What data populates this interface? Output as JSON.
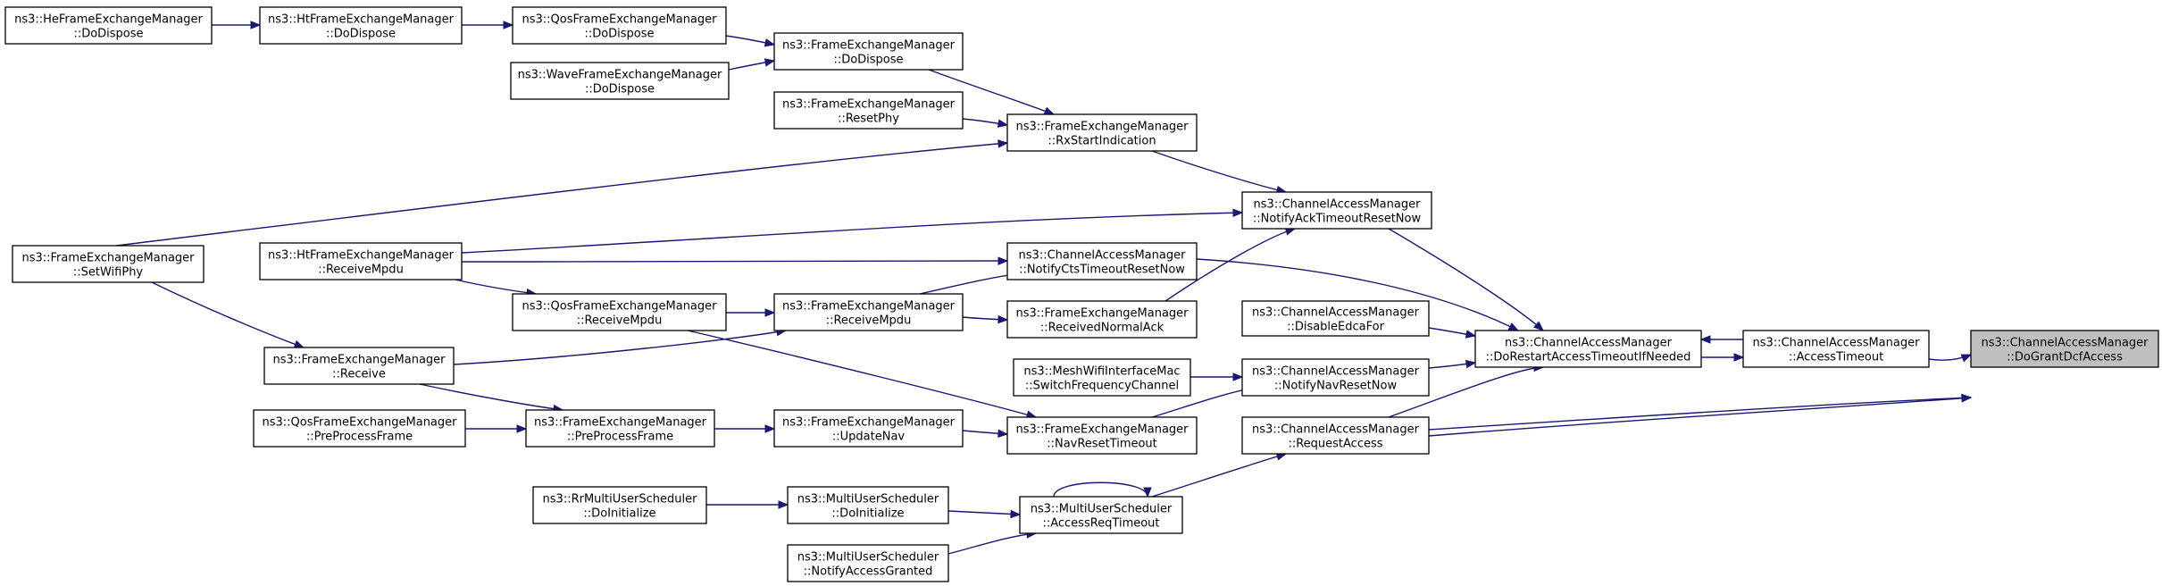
{
  "graph": {
    "title": "",
    "colors": {
      "edge": "#191970",
      "node_border": "#000000",
      "node_fill": "#ffffff",
      "focus_fill": "#bfbfbf"
    },
    "nodes": [
      {
        "id": "n_doGrant",
        "lines": [
          "ns3::ChannelAccessManager",
          "::DoGrantDcfAccess"
        ],
        "focus": true
      },
      {
        "id": "n_accessTimeout",
        "lines": [
          "ns3::ChannelAccessManager",
          "::AccessTimeout"
        ]
      },
      {
        "id": "n_doRestart",
        "lines": [
          "ns3::ChannelAccessManager",
          "::DoRestartAccessTimeoutIfNeeded"
        ]
      },
      {
        "id": "n_disableEdca",
        "lines": [
          "ns3::ChannelAccessManager",
          "::DisableEdcaFor"
        ]
      },
      {
        "id": "n_notifyAck",
        "lines": [
          "ns3::ChannelAccessManager",
          "::NotifyAckTimeoutResetNow"
        ]
      },
      {
        "id": "n_notifyCts",
        "lines": [
          "ns3::ChannelAccessManager",
          "::NotifyCtsTimeoutResetNow"
        ]
      },
      {
        "id": "n_notifyNav",
        "lines": [
          "ns3::ChannelAccessManager",
          "::NotifyNavResetNow"
        ]
      },
      {
        "id": "n_requestAccess",
        "lines": [
          "ns3::ChannelAccessManager",
          "::RequestAccess"
        ]
      },
      {
        "id": "n_rxStart",
        "lines": [
          "ns3::FrameExchangeManager",
          "::RxStartIndication"
        ]
      },
      {
        "id": "n_feDoDispose",
        "lines": [
          "ns3::FrameExchangeManager",
          "::DoDispose"
        ]
      },
      {
        "id": "n_qosDoDispose",
        "lines": [
          "ns3::QosFrameExchangeManager",
          "::DoDispose"
        ]
      },
      {
        "id": "n_htDoDispose",
        "lines": [
          "ns3::HtFrameExchangeManager",
          "::DoDispose"
        ]
      },
      {
        "id": "n_heDoDispose",
        "lines": [
          "ns3::HeFrameExchangeManager",
          "::DoDispose"
        ]
      },
      {
        "id": "n_waveDoDispose",
        "lines": [
          "ns3::WaveFrameExchangeManager",
          "::DoDispose"
        ]
      },
      {
        "id": "n_resetPhy",
        "lines": [
          "ns3::FrameExchangeManager",
          "::ResetPhy"
        ]
      },
      {
        "id": "n_setWifiPhy",
        "lines": [
          "ns3::FrameExchangeManager",
          "::SetWifiPhy"
        ]
      },
      {
        "id": "n_receivedNormalAck",
        "lines": [
          "ns3::FrameExchangeManager",
          "::ReceivedNormalAck"
        ]
      },
      {
        "id": "n_feReceiveMpdu",
        "lines": [
          "ns3::FrameExchangeManager",
          "::ReceiveMpdu"
        ]
      },
      {
        "id": "n_htReceiveMpdu",
        "lines": [
          "ns3::HtFrameExchangeManager",
          "::ReceiveMpdu"
        ]
      },
      {
        "id": "n_qosReceiveMpdu",
        "lines": [
          "ns3::QosFrameExchangeManager",
          "::ReceiveMpdu"
        ]
      },
      {
        "id": "n_receive",
        "lines": [
          "ns3::FrameExchangeManager",
          "::Receive"
        ]
      },
      {
        "id": "n_navReset",
        "lines": [
          "ns3::FrameExchangeManager",
          "::NavResetTimeout"
        ]
      },
      {
        "id": "n_updateNav",
        "lines": [
          "ns3::FrameExchangeManager",
          "::UpdateNav"
        ]
      },
      {
        "id": "n_preProcess",
        "lines": [
          "ns3::FrameExchangeManager",
          "::PreProcessFrame"
        ]
      },
      {
        "id": "n_qosPreProcess",
        "lines": [
          "ns3::QosFrameExchangeManager",
          "::PreProcessFrame"
        ]
      },
      {
        "id": "n_meshSwitch",
        "lines": [
          "ns3::MeshWifiInterfaceMac",
          "::SwitchFrequencyChannel"
        ]
      },
      {
        "id": "n_accessReq",
        "lines": [
          "ns3::MultiUserScheduler",
          "::AccessReqTimeout"
        ]
      },
      {
        "id": "n_muDoInit",
        "lines": [
          "ns3::MultiUserScheduler",
          "::DoInitialize"
        ]
      },
      {
        "id": "n_rrDoInit",
        "lines": [
          "ns3::RrMultiUserScheduler",
          "::DoInitialize"
        ]
      },
      {
        "id": "n_notifyAccessGranted",
        "lines": [
          "ns3::MultiUserScheduler",
          "::NotifyAccessGranted"
        ]
      }
    ]
  }
}
